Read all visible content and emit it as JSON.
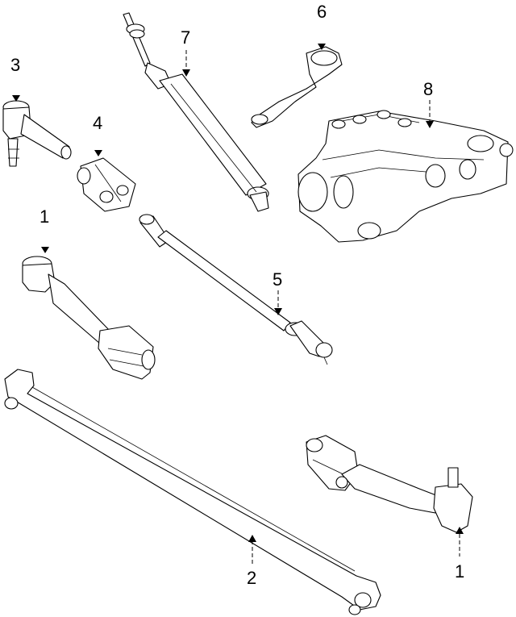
{
  "callouts": {
    "c1_top": "1",
    "c1_bottom": "1",
    "c2": "2",
    "c3": "3",
    "c4": "4",
    "c5": "5",
    "c6": "6",
    "c7": "7",
    "c8": "8"
  }
}
